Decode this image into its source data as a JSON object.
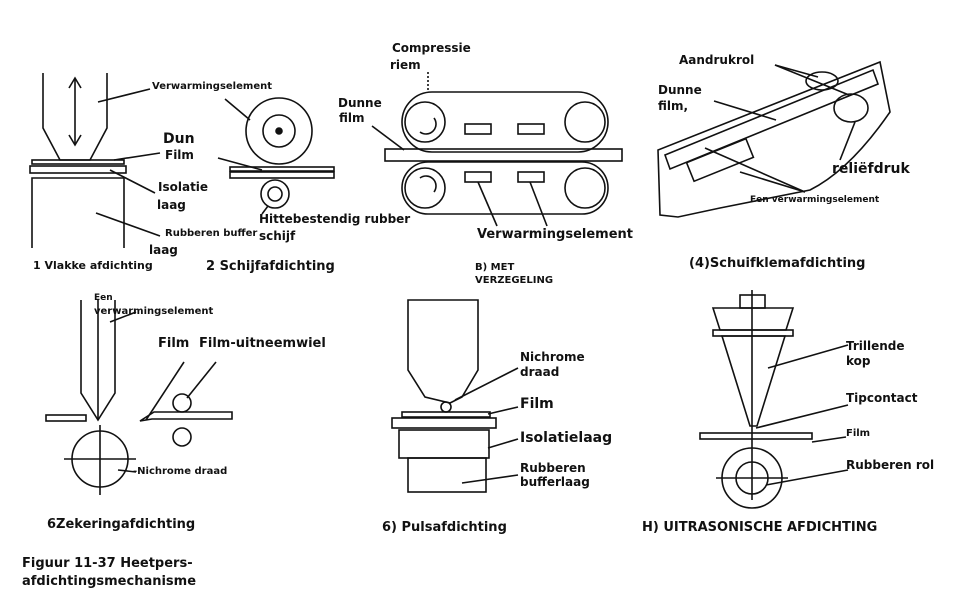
{
  "caption": {
    "line1": "Figuur 11-37 Heetpers-",
    "line2": "afdichtingsmechanisme"
  },
  "panels": [
    {
      "title": "1 Vlakke afdichting",
      "labels": {
        "heating": "Verwarmingselement",
        "film_a": "Dun",
        "film_b": "Film",
        "insul_a": "Isolatie",
        "insul_b": "laag",
        "rubber_a": "Rubberen buffer",
        "rubber_b": "laag"
      }
    },
    {
      "title": "2 Schijfafdichting",
      "labels": {
        "rubber_a": "Hittebestendig rubber",
        "rubber_b": "schijf"
      }
    },
    {
      "title_a": "B) MET",
      "title_b": "VERZEGELING",
      "labels": {
        "belt_a": "Compressie",
        "belt_b": "riem",
        "film_a": "Dunne",
        "film_b": "film",
        "heating": "Verwarmingselement"
      }
    },
    {
      "title": "(4)Schuifklemafdichting",
      "labels": {
        "roller": "Aandrukrol",
        "film_a": "Dunne",
        "film_b": "film,",
        "emboss": "reliëfdruk",
        "heating": "Een verwarmingselement"
      }
    },
    {
      "title": "6Zekeringafdichting",
      "labels": {
        "heating_a": "Een",
        "heating_b": "verwarmingselement",
        "film": "Film",
        "wheel": "Film-uitneemwiel",
        "wire": "-Nichrome draad"
      }
    },
    {
      "title": "6) Pulsafdichting",
      "labels": {
        "wire_a": "Nichrome",
        "wire_b": "draad",
        "film": "Film",
        "insul": "Isolatielaag",
        "rubber_a": "Rubberen",
        "rubber_b": "bufferlaag"
      }
    },
    {
      "title": "H) UITRASONISCHE AFDICHTING",
      "labels": {
        "head_a": "Trillende",
        "head_b": "kop",
        "tip": "Tipcontact",
        "film": "Film",
        "roll": "Rubberen rol"
      }
    }
  ]
}
